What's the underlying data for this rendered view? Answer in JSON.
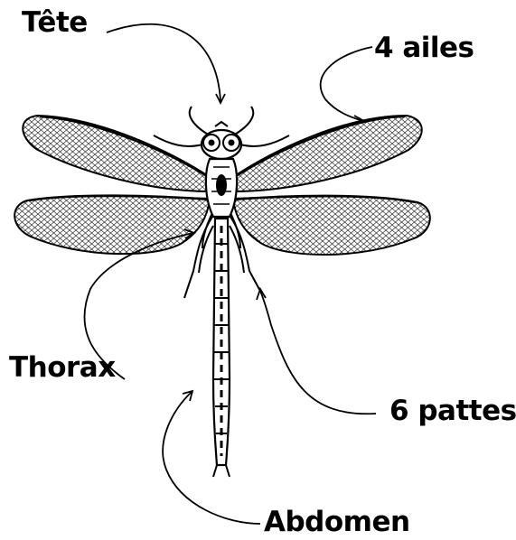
{
  "labels": {
    "head": "Tête",
    "wings": "4 ailes",
    "thorax": "Thorax",
    "legs": "6 pattes",
    "abdomen": "Abdomen"
  },
  "colors": {
    "ink": "#000000",
    "background": "#ffffff"
  }
}
